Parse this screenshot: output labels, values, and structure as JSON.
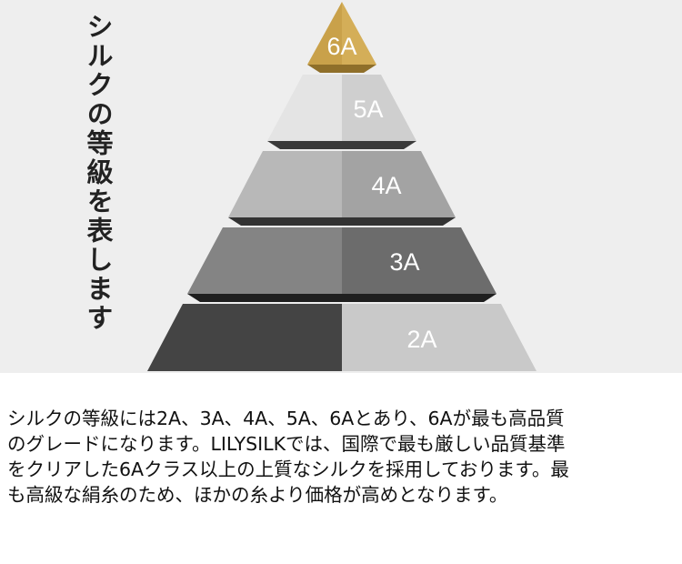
{
  "title": "シルクの等級を表します",
  "tiers": [
    {
      "label": "6A",
      "left_color": "#c9a14a",
      "right_color": "#d4ae58",
      "shelf_color": "#8f6f2a"
    },
    {
      "label": "5A",
      "left_color": "#e4e4e4",
      "right_color": "#cfcfcf",
      "shelf_color": "#3a3a3a"
    },
    {
      "label": "4A",
      "left_color": "#b8b8b8",
      "right_color": "#a3a3a3",
      "shelf_color": "#333333"
    },
    {
      "label": "3A",
      "left_color": "#848484",
      "right_color": "#6c6c6c",
      "shelf_color": "#1f1f1f"
    },
    {
      "label": "2A",
      "left_color": "#444444",
      "right_color": "#c9c9c9",
      "shelf_color": "#2a2a2a"
    }
  ],
  "description": "シルクの等級には2A、3A、4A、5A、6Aとあり、6Aが最も高品質\nのグレードになります。LILYSILKでは、国際で最も厳しい品質基準\nをクリアした6Aクラス以上の上質なシルクを採用しております。最\nも高級な絹糸のため、ほかの糸より価格が高めとなります。"
}
